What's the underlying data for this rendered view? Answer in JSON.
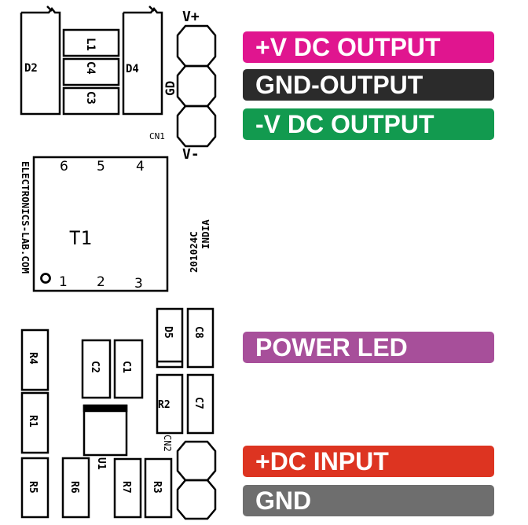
{
  "board": {
    "components": {
      "d2": "D2",
      "d4": "D4",
      "l1": "L1",
      "c4": "C4",
      "c3": "C3",
      "d5": "D5",
      "c8": "C8",
      "c7": "C7",
      "r2": "R2",
      "r4": "R4",
      "r1": "R1",
      "r5": "R5",
      "r6": "R6",
      "r7": "R7",
      "r3": "R3",
      "c2": "C2",
      "c1": "C1",
      "u1": "U1",
      "cn1": "CN1",
      "cn2": "CN2",
      "t1": "T1"
    },
    "transformer_pins": [
      "1",
      "2",
      "3",
      "4",
      "5",
      "6"
    ],
    "output_markings": {
      "plus": "V+",
      "gnd": "GD",
      "minus": "V-"
    },
    "sidebar_text": "ELECTRONICS-LAB.COM",
    "board_code": "201024C",
    "board_country": "INDIA",
    "silkscreen_color": "#000000"
  },
  "labels": {
    "v_plus_output": {
      "text": "+V DC OUTPUT",
      "color": "#e0158f"
    },
    "gnd_output": {
      "text": "GND-OUTPUT",
      "color": "#2b2b2b"
    },
    "v_minus_output": {
      "text": "-V DC OUTPUT",
      "color": "#129a4f"
    },
    "power_led": {
      "text": "POWER LED",
      "color": "#a74f9a"
    },
    "dc_input": {
      "text": "+DC INPUT",
      "color": "#dd3421"
    },
    "gnd_input": {
      "text": "GND",
      "color": "#6e6e6e"
    }
  }
}
